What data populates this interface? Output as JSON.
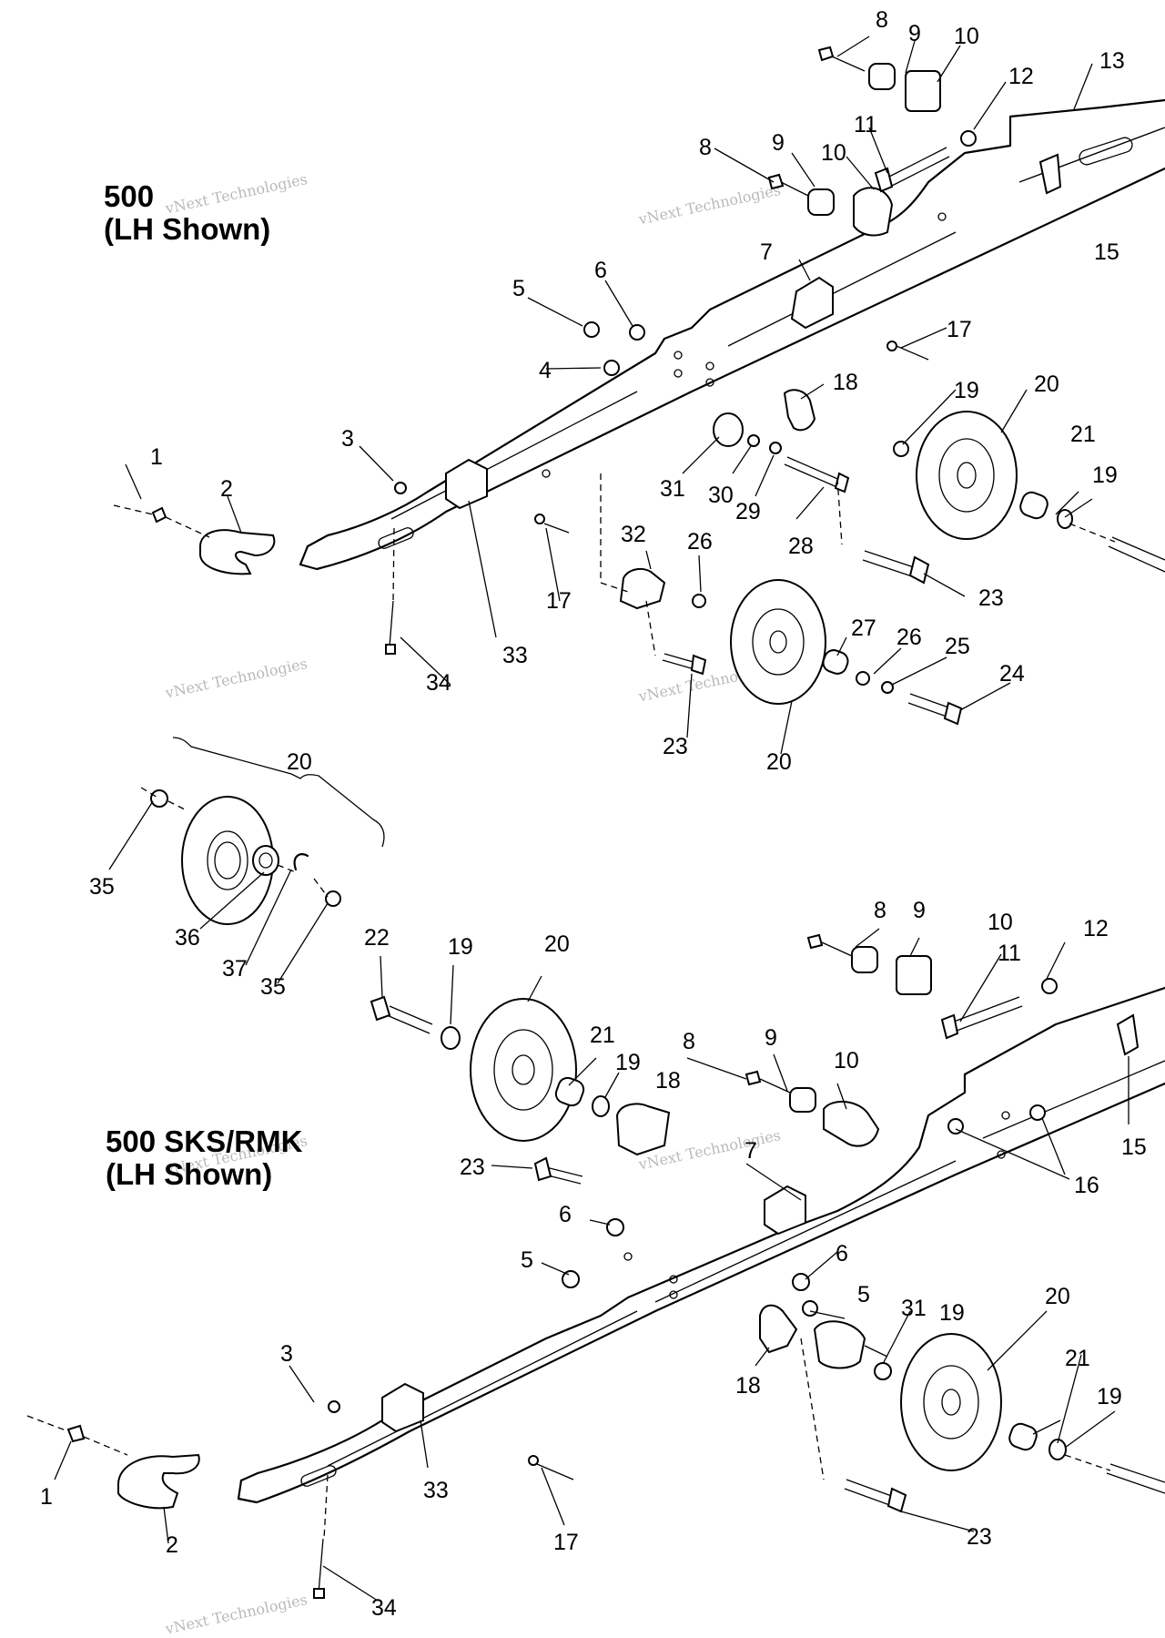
{
  "titles": {
    "top_model": "500",
    "top_side": "(LH Shown)",
    "bottom_model": "500 SKS/RMK",
    "bottom_side": "(LH Shown)"
  },
  "watermark": {
    "line1": "vNext Technologies",
    "line2": "Technologies",
    "short": "vNext"
  },
  "callouts_top": [
    "8",
    "9",
    "10",
    "8",
    "9",
    "10",
    "12",
    "11",
    "13",
    "15",
    "7",
    "5",
    "6",
    "4",
    "17",
    "18",
    "19",
    "20",
    "3",
    "1",
    "2",
    "31",
    "30",
    "29",
    "28",
    "21",
    "19",
    "32",
    "26",
    "17",
    "23",
    "27",
    "26",
    "25",
    "24",
    "33",
    "34",
    "23",
    "20"
  ],
  "callouts_detail": [
    "20",
    "35",
    "36",
    "37",
    "35"
  ],
  "callouts_bottom": [
    "22",
    "19",
    "20",
    "21",
    "19",
    "8",
    "9",
    "10",
    "8",
    "9",
    "10",
    "12",
    "11",
    "15",
    "18",
    "16",
    "23",
    "7",
    "6",
    "6",
    "5",
    "5",
    "31",
    "19",
    "20",
    "3",
    "18",
    "21",
    "19",
    "1",
    "33",
    "2",
    "17",
    "23",
    "34"
  ]
}
